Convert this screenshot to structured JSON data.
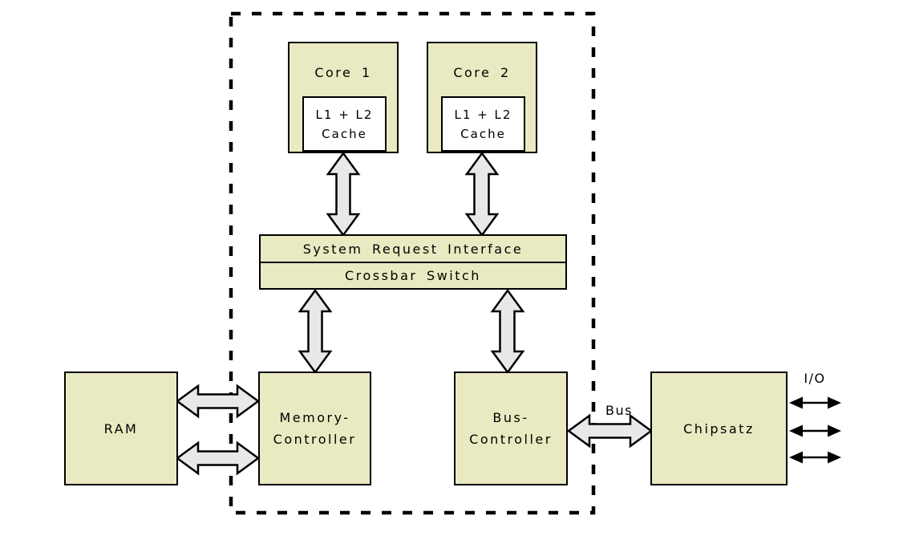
{
  "colors": {
    "background": "#ffffff",
    "box_fill": "#eaeac2",
    "cache_fill": "#ffffff",
    "arrow_fill": "#e8e8e8",
    "line": "#000000"
  },
  "blocks": {
    "core1": {
      "label": "Core 1",
      "cache_line1": "L1 + L2",
      "cache_line2": "Cache"
    },
    "core2": {
      "label": "Core 2",
      "cache_line1": "L1 + L2",
      "cache_line2": "Cache"
    },
    "system_request_interface": {
      "label": "System Request Interface"
    },
    "crossbar_switch": {
      "label": "Crossbar Switch"
    },
    "ram": {
      "label": "RAM"
    },
    "memory_controller": {
      "label_line1": "Memory-",
      "label_line2": "Controller"
    },
    "bus_controller": {
      "label_line1": "Bus-",
      "label_line2": "Controller"
    },
    "chipsatz": {
      "label": "Chipsatz"
    }
  },
  "labels": {
    "bus": "Bus",
    "io": "I/O"
  },
  "connectors": [
    {
      "name": "cpu-die-boundary",
      "type": "dashed-rectangle"
    },
    {
      "name": "core1-sri-arrow",
      "type": "block-double-arrow",
      "direction": "vertical"
    },
    {
      "name": "core2-sri-arrow",
      "type": "block-double-arrow",
      "direction": "vertical"
    },
    {
      "name": "crossbar-memory-controller-arrow",
      "type": "block-double-arrow",
      "direction": "vertical"
    },
    {
      "name": "crossbar-bus-controller-arrow",
      "type": "block-double-arrow",
      "direction": "vertical"
    },
    {
      "name": "ram-memory-controller-arrow-top",
      "type": "block-double-arrow",
      "direction": "horizontal"
    },
    {
      "name": "ram-memory-controller-arrow-bottom",
      "type": "block-double-arrow",
      "direction": "horizontal"
    },
    {
      "name": "bus-controller-chipsatz-arrow",
      "type": "block-double-arrow",
      "direction": "horizontal"
    },
    {
      "name": "io-arrow-1",
      "type": "thin-double-arrow",
      "direction": "horizontal"
    },
    {
      "name": "io-arrow-2",
      "type": "thin-double-arrow",
      "direction": "horizontal"
    },
    {
      "name": "io-arrow-3",
      "type": "thin-double-arrow",
      "direction": "horizontal"
    }
  ]
}
